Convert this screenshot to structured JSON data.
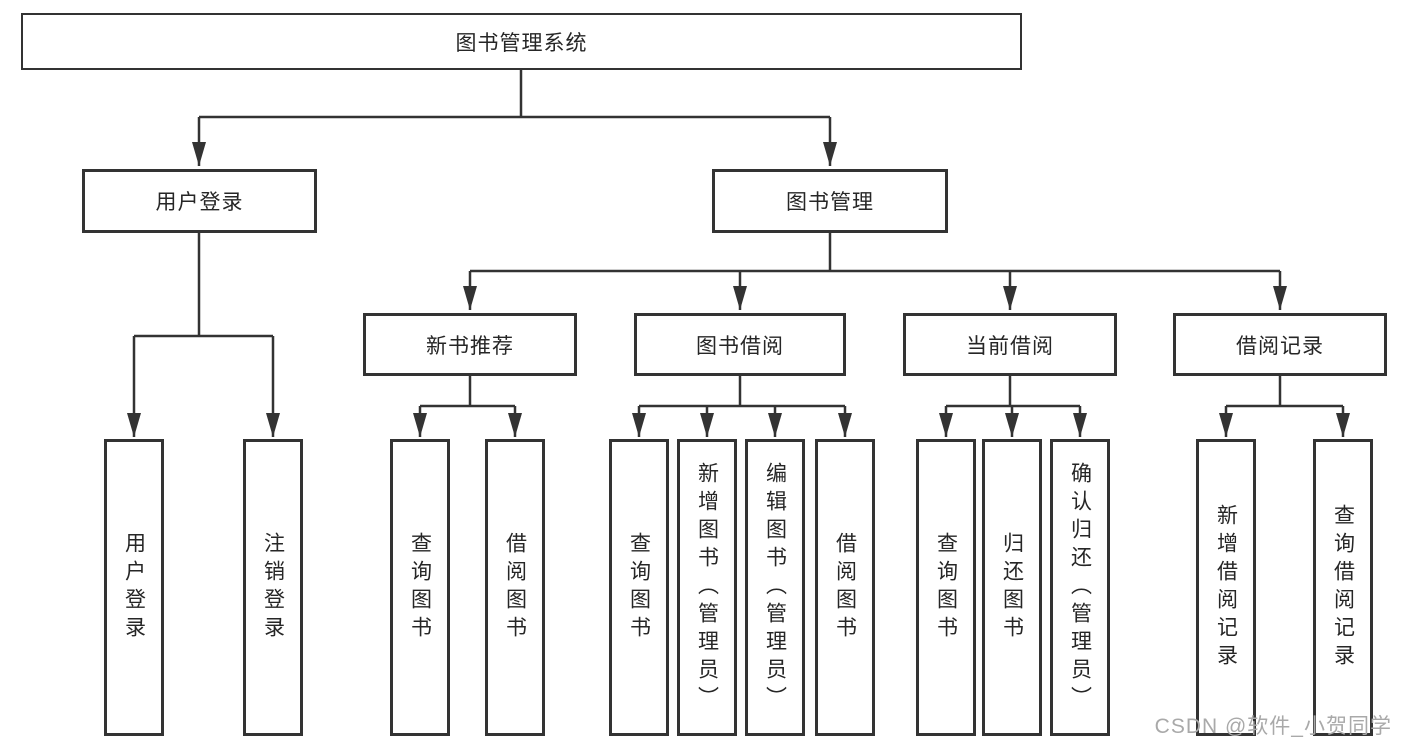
{
  "tree": {
    "label": "图书管理系统",
    "children": [
      {
        "label": "用户登录",
        "children": [
          {
            "label": "用户登录"
          },
          {
            "label": "注销登录"
          }
        ]
      },
      {
        "label": "图书管理",
        "children": [
          {
            "label": "新书推荐",
            "children": [
              {
                "label": "查询图书"
              },
              {
                "label": "借阅图书"
              }
            ]
          },
          {
            "label": "图书借阅",
            "children": [
              {
                "label": "查询图书"
              },
              {
                "label": "新增图书（管理员）"
              },
              {
                "label": "编辑图书（管理员）"
              },
              {
                "label": "借阅图书"
              }
            ]
          },
          {
            "label": "当前借阅",
            "children": [
              {
                "label": "查询图书"
              },
              {
                "label": "归还图书"
              },
              {
                "label": "确认归还（管理员）"
              }
            ]
          },
          {
            "label": "借阅记录",
            "children": [
              {
                "label": "新增借阅记录"
              },
              {
                "label": "查询借阅记录"
              }
            ]
          }
        ]
      }
    ]
  },
  "watermark": "CSDN @软件_小贺同学",
  "colors": {
    "line": "#333333",
    "border": "#333333",
    "text": "#262626",
    "watermark": "#a9a9a9",
    "background": "#ffffff"
  }
}
